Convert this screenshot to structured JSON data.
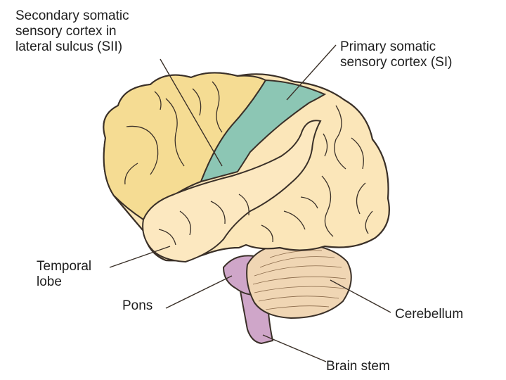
{
  "labels": {
    "secondary": {
      "line1": "Secondary somatic",
      "line2": "sensory cortex in",
      "line3": "lateral sulcus (SII)"
    },
    "primary": {
      "line1": "Primary somatic",
      "line2": "sensory cortex (SI)"
    },
    "temporal": {
      "line1": "Temporal",
      "line2": "lobe"
    },
    "pons": "Pons",
    "cerebellum": "Cerebellum",
    "brainstem": "Brain stem"
  },
  "colors": {
    "frontal_lobe": "#f5dc93",
    "parietal_lobe": "#fbe6b9",
    "temporal_lobe": "#fce8c0",
    "somatosensory_cortex": "#8cc6b4",
    "pons_brainstem": "#cfa6c9",
    "cerebellum": "#f0d6b4",
    "outline": "#3a3028"
  }
}
